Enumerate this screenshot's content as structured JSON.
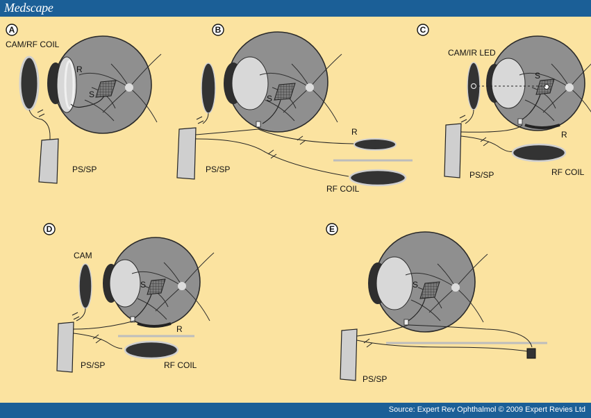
{
  "header": {
    "brand": "Medscape"
  },
  "footer": {
    "source": "Source: Expert Rev Ophthalmol © 2009 Expert Revies Ltd"
  },
  "colors": {
    "header_bg": "#1b5f97",
    "panel_bg": "#fbe3a0",
    "eye_fill": "#8f8f8f",
    "lens_fill": "#d8d8d8",
    "coil_fill": "#333333"
  },
  "panels": {
    "a": {
      "id": "A",
      "labels": {
        "cam": "CAM/RF COIL",
        "r": "R",
        "s": "S",
        "ps": "PS/SP"
      }
    },
    "b": {
      "id": "B",
      "labels": {
        "s": "S",
        "r": "R",
        "ps": "PS/SP",
        "rf": "RF COIL"
      }
    },
    "c": {
      "id": "C",
      "labels": {
        "cam": "CAM/IR LED",
        "s": "S",
        "r": "R",
        "ps": "PS/SP",
        "rf": "RF COIL"
      }
    },
    "d": {
      "id": "D",
      "labels": {
        "cam": "CAM",
        "s": "S",
        "r": "R",
        "ps": "PS/SP",
        "rf": "RF COIL"
      }
    },
    "e": {
      "id": "E",
      "labels": {
        "s": "S",
        "ps": "PS/SP"
      }
    }
  }
}
